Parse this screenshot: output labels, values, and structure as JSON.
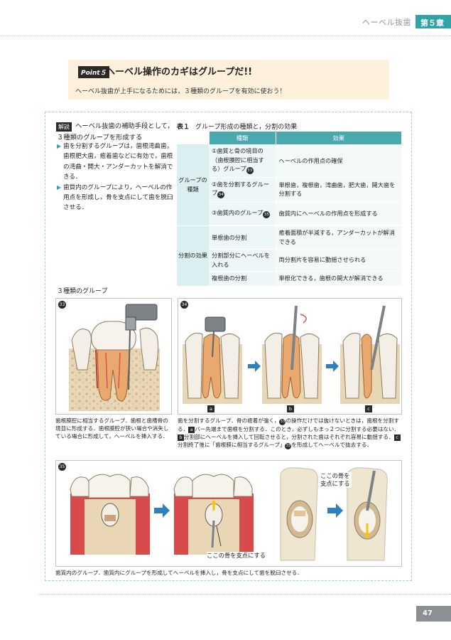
{
  "header": {
    "section_title": "ヘーベル抜歯",
    "chapter": "第５章"
  },
  "point": {
    "tag": "Point５",
    "title": "ヘーベル操作のカギはグループだ!!",
    "subtitle": "ヘーベル抜歯が上手になるためには，３種類のグループを有効に使おう！"
  },
  "explanation": {
    "tag": "解説",
    "title_line1": "ヘーベル抜歯の補助手段として，",
    "title_line2": "３種類のグループを形成する",
    "bullet1": "歯を分割するグループは，歯根湾曲歯，歯根肥大歯，癒着歯などに有効で，歯根の湾曲・開大・アンダーカットを解消できる．",
    "bullet2": "歯質内のグループにより，ヘーベルの作用点を形成し，骨を支点にして歯を脱臼させる．"
  },
  "table": {
    "caption_label": "表１",
    "caption_text": "グループ形成の種類と，分割の効果",
    "headers": {
      "kind": "種類",
      "effect": "効果"
    },
    "group1_label": "グループの種類",
    "group2_label": "分割の効果",
    "rows": [
      {
        "kind_pre": "①歯質と骨の境目の（歯根膜腔に相当する）グループ",
        "fig": "33",
        "effect": "ヘーベルの作用点の確保"
      },
      {
        "kind_pre": "②歯を分割するグループ",
        "fig": "34",
        "effect": "単根歯，複根歯，湾曲歯，肥大歯，開大歯を分割する"
      },
      {
        "kind_pre": "③歯質内のグループ",
        "fig": "35",
        "effect": "歯質内にヘーベルの作用点を形成する"
      },
      {
        "kind_pre": "単根歯の分割",
        "fig": "",
        "effect": "癒着面積が半減する，アンダーカットが解消できる"
      },
      {
        "kind_pre": "分割部分にヘーベルを入れる",
        "fig": "",
        "effect": "両分割片を容易に動揺させられる"
      },
      {
        "kind_pre": "複根歯の分割",
        "fig": "",
        "effect": "単根化できる，歯根の開大が解消できる"
      }
    ]
  },
  "figures_heading": "３種類のグループ",
  "fig33": {
    "num": "33",
    "caption": "歯根膜腔に相当するグループ．歯根と歯槽骨の境目に形成する．歯根膜腔が狭い場合や消失している場合に形成して，ヘーベルを挿入する．"
  },
  "fig34": {
    "num": "34",
    "labels": [
      "a",
      "b",
      "c"
    ],
    "cap_1": "歯を分割するグループ．骨の癒着が強く，",
    "cap_ref1": "33",
    "cap_2": "の操作だけでは抜けないときは，歯根を分割する．",
    "cap_3": "バー先端まで歯根を分割する．このとき，必ずしもまっ２つに分割する必要はない．",
    "cap_4": "分割部にヘーベルを挿入して回転させると，分割された歯はそれぞれ容易に動揺する．",
    "cap_5": "分割終了後に「歯根膜に相当するグループ」",
    "cap_ref2": "33",
    "cap_6": "を形成してヘーベルで抜去する．"
  },
  "fig35": {
    "num": "35",
    "callout_bone_right": "ここの骨を支点にする",
    "callout_bone_bottom": "ここの骨を支点にする",
    "caption": "歯質内のグループ．歯質内にグループを形成してヘーベルを挿入し，骨を支点にして歯を脱臼させる．"
  },
  "page_number": "47",
  "colors": {
    "accent": "#2ea3a8",
    "table_header": "#4aa9af",
    "point_bg": "#fdf1dc",
    "arrow": "#2f7fc1"
  }
}
